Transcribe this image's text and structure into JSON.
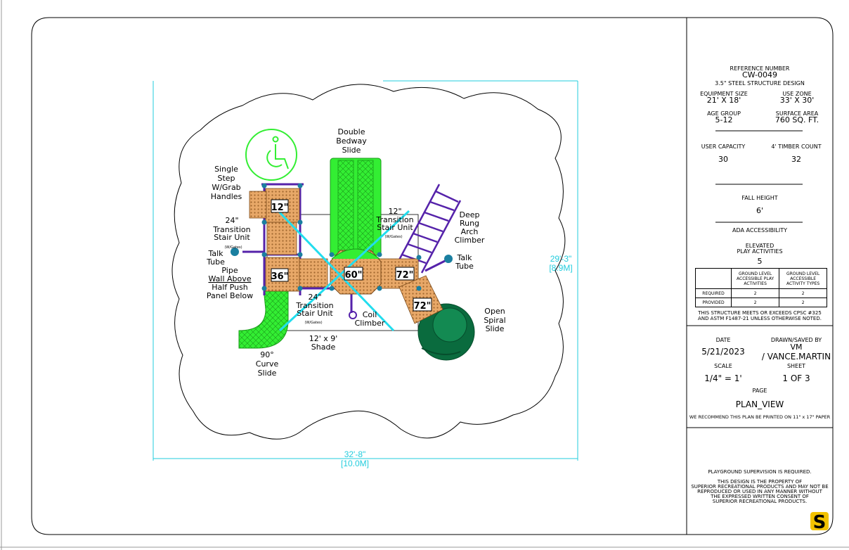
{
  "labels": {
    "single_step": [
      "Single",
      "Step",
      "W/Grab",
      "Handles"
    ],
    "stair_24_top": [
      "24\"",
      "Transition",
      "Stair Unit"
    ],
    "stair_24_top_gates": "(W/Gates)",
    "talk_tube_left": [
      "Talk",
      "Tube"
    ],
    "pipe_wall": [
      "Pipe",
      "Wall Above",
      "Half Push",
      "Panel Below"
    ],
    "double_bedway": [
      "Double",
      "Bedway",
      "Slide"
    ],
    "stair_12": [
      "12\"",
      "Transition",
      "Stair Unit"
    ],
    "stair_12_gates": "(W/Gates)",
    "deep_rung": [
      "Deep",
      "Rung",
      "Arch",
      "Climber"
    ],
    "talk_tube_right": [
      "Talk",
      "Tube"
    ],
    "stair_24_bottom": [
      "24\"",
      "Transition",
      "Stair Unit"
    ],
    "stair_24_bottom_gates": "(W/Gates)",
    "coil_climber": [
      "Coil",
      "Climber"
    ],
    "shade": [
      "12' x 9'",
      "Shade"
    ],
    "curve_slide": [
      "90°",
      "Curve",
      "Slide"
    ],
    "spiral_slide": [
      "Open",
      "Spiral",
      "Slide"
    ]
  },
  "deck_heights": {
    "h12": "12\"",
    "h36": "36\"",
    "h60": "60\"",
    "h72a": "72\"",
    "h72b": "72\""
  },
  "dimensions": {
    "width_ft": "32'-8\"",
    "width_m": "[10.0M]",
    "height_ft": "29'-3\"",
    "height_m": "[8.9M]"
  },
  "title_block": {
    "reference_label": "REFERENCE NUMBER",
    "reference_number": "CW-0049",
    "structure_design": "3.5\" STEEL STRUCTURE DESIGN",
    "equipment_size_label": "EQUIPMENT SIZE",
    "equipment_size": "21' X 18'",
    "use_zone_label": "USE ZONE",
    "use_zone": "33' X 30'",
    "age_group_label": "AGE GROUP",
    "age_group": "5-12",
    "surface_area_label": "SURFACE AREA",
    "surface_area": "760 SQ. FT.",
    "user_capacity_label": "USER CAPACITY",
    "user_capacity": "30",
    "timber_count_label": "4' TIMBER COUNT",
    "timber_count": "32",
    "fall_height_label": "FALL HEIGHT",
    "fall_height": "6'",
    "ada_label": "ADA ACCESSIBILITY",
    "elevated_label": [
      "ELEVATED",
      "PLAY ACTIVITIES"
    ],
    "elevated_value": "5",
    "table": {
      "headers": [
        "",
        "GROUND LEVEL ACCESSIBLE PLAY ACTIVITIES",
        "GROUND LEVEL ACCESSIBLE ACTIVITY TYPES"
      ],
      "rows": [
        {
          "label": "REQUIRED",
          "a": "2",
          "b": "2"
        },
        {
          "label": "PROVIDED",
          "a": "2",
          "b": "2"
        }
      ]
    },
    "compliance": [
      "THIS STRUCTURE MEETS OR EXCEEDS CPSC #325",
      "AND ASTM F1487-21 UNLESS OTHERWISE NOTED."
    ],
    "date_label": "DATE",
    "date": "5/21/2023",
    "drawn_label": "DRAWN/SAVED BY",
    "drawn_by": [
      "VM",
      "/ VANCE.MARTIN"
    ],
    "scale_label": "SCALE",
    "scale": "1/4\" = 1'",
    "sheet_label": "SHEET",
    "sheet": "1 OF 3",
    "page_label": "PAGE",
    "page": "PLAN_VIEW",
    "recommend": "WE RECOMMEND THIS PLAN BE PRINTED ON 11\" x 17\" PAPER",
    "supervision": "PLAYGROUND SUPERVISION IS REQUIRED.",
    "property": [
      "THIS DESIGN IS THE PROPERTY OF",
      "SUPERIOR RECREATIONAL PRODUCTS AND MAY NOT BE",
      "REPRODUCED OR USED IN ANY MANNER WITHOUT",
      "THE EXPRESSED WRITTEN CONSENT OF",
      "SUPERIOR RECREATIONAL PRODUCTS."
    ],
    "logo_letter": "S"
  },
  "colors": {
    "slide_green": "#33ee33",
    "spiral_green": "#0a6b3e",
    "deck_orange": "#e8a868",
    "frame_purple": "#5522aa",
    "dimension_cyan": "#22ccdd",
    "logo_yellow": "#f2c200"
  },
  "icons": {
    "accessibility": "wheelchair-icon",
    "logo": "superior-logo-icon"
  }
}
